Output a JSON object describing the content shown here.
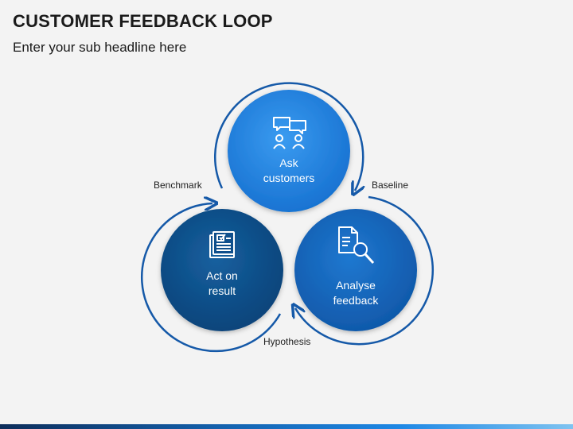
{
  "header": {
    "title": "CUSTOMER FEEDBACK LOOP",
    "subtitle": "Enter your sub headline here"
  },
  "nodes": [
    {
      "id": "ask",
      "lines": [
        "Ask",
        "customers"
      ],
      "icon": "chat-users-icon",
      "color": "#1e7fe0"
    },
    {
      "id": "analyse",
      "lines": [
        "Analyse",
        "feedback"
      ],
      "icon": "document-search-icon",
      "color": "#1565c0"
    },
    {
      "id": "act",
      "lines": [
        "Act on",
        "result"
      ],
      "icon": "checklist-document-icon",
      "color": "#0d4f8f"
    }
  ],
  "arcs": {
    "benchmark": "Benchmark",
    "baseline": "Baseline",
    "hypothesis": "Hypothesis"
  },
  "colors": {
    "arc": "#1559a8",
    "ask": "#1e7fe0",
    "analyse": "#1565c0",
    "act": "#0d4f8f"
  }
}
